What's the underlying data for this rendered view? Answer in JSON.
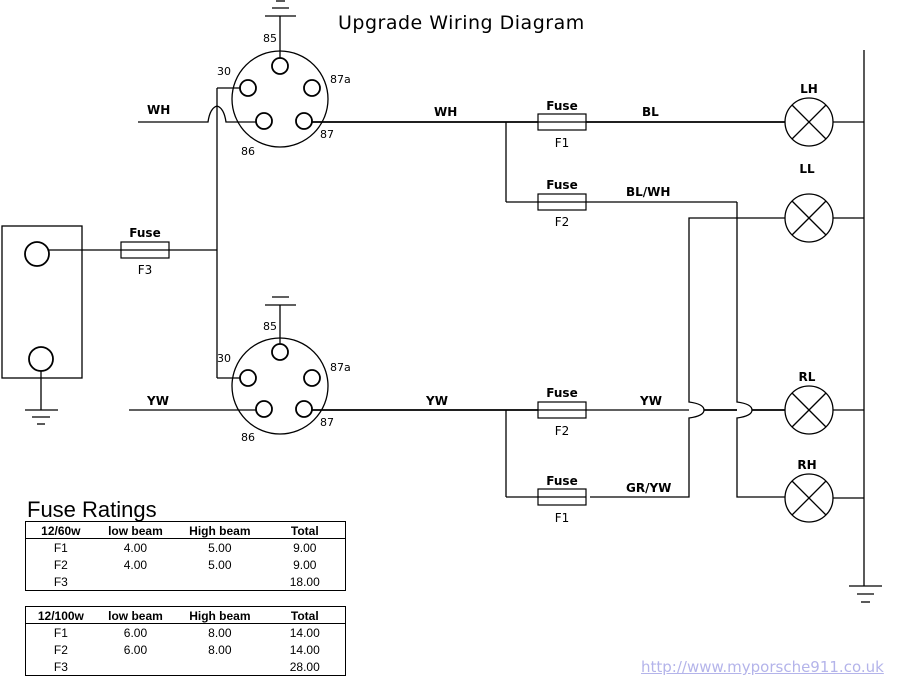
{
  "title": "Upgrade Wiring Diagram",
  "relays": [
    {
      "id": "relay-top",
      "pins": {
        "p85": "85",
        "p30": "30",
        "p87a": "87a",
        "p87": "87",
        "p86": "86"
      }
    },
    {
      "id": "relay-bottom",
      "pins": {
        "p85": "85",
        "p30": "30",
        "p87a": "87a",
        "p87": "87",
        "p86": "86"
      }
    }
  ],
  "wires": {
    "wh_in": "WH",
    "wh_out": "WH",
    "bl": "BL",
    "bl_wh": "BL/WH",
    "yw_in": "YW",
    "yw_out": "YW",
    "yw_lamp": "YW",
    "gr_yw": "GR/YW"
  },
  "fuses": {
    "label": "Fuse",
    "f3": "F3",
    "top_f1": "F1",
    "top_f2": "F2",
    "bottom_f2": "F2",
    "bottom_f1": "F1"
  },
  "lamps": {
    "lh": "LH",
    "ll": "LL",
    "rl": "RL",
    "rh": "RH"
  },
  "fuse_ratings": {
    "title": "Fuse Ratings",
    "tables": [
      {
        "headers": [
          "12/60w",
          "low beam",
          "High beam",
          "Total"
        ],
        "rows": [
          [
            "F1",
            "4.00",
            "5.00",
            "9.00"
          ],
          [
            "F2",
            "4.00",
            "5.00",
            "9.00"
          ],
          [
            "F3",
            "",
            "",
            "18.00"
          ]
        ]
      },
      {
        "headers": [
          "12/100w",
          "low beam",
          "High beam",
          "Total"
        ],
        "rows": [
          [
            "F1",
            "6.00",
            "8.00",
            "14.00"
          ],
          [
            "F2",
            "6.00",
            "8.00",
            "14.00"
          ],
          [
            "F3",
            "",
            "",
            "28.00"
          ]
        ]
      }
    ]
  },
  "link": "http://www.myporsche911.co.uk",
  "colors": {
    "line": "#000000",
    "link": "#b4b4ea",
    "background": "#ffffff"
  }
}
